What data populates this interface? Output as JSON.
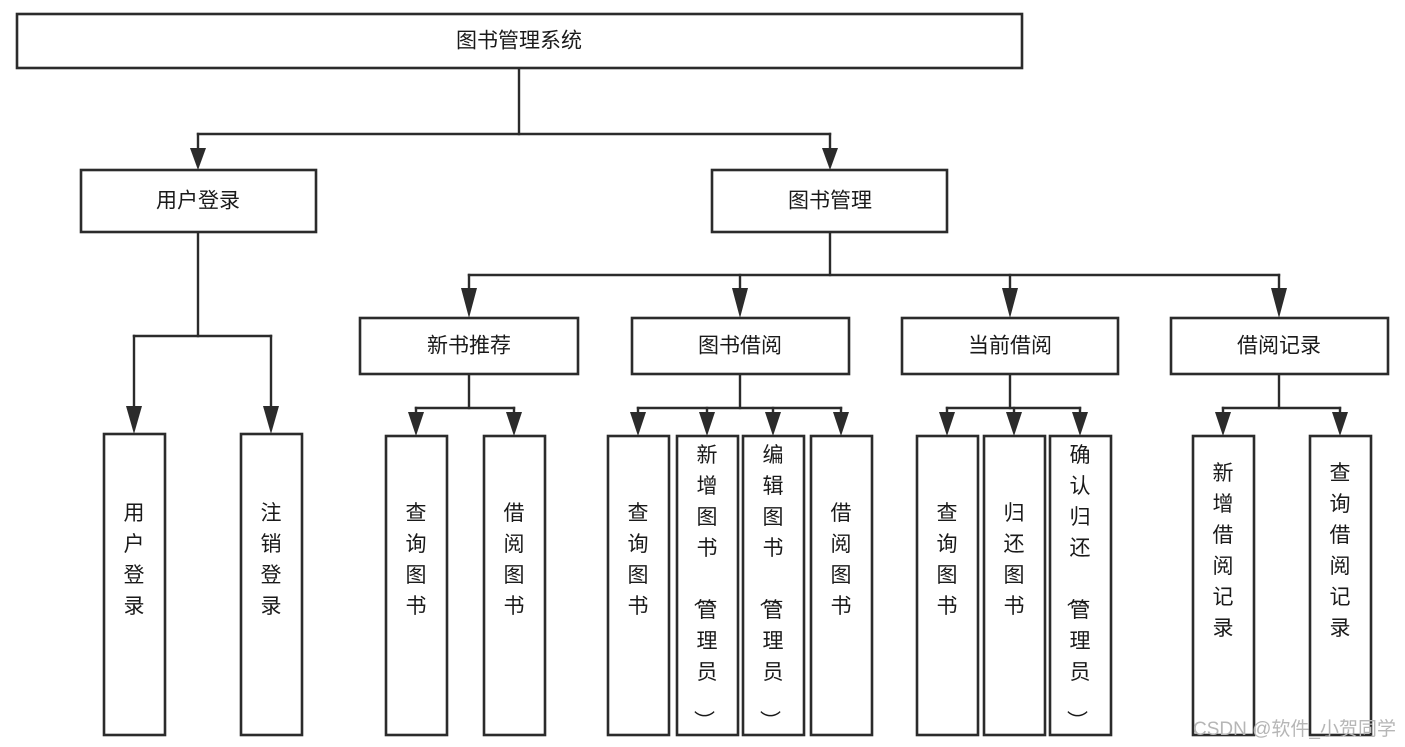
{
  "diagram": {
    "title": "图书管理系统",
    "type": "tree-hierarchy-diagram",
    "root": {
      "id": "root",
      "label": "图书管理系统"
    },
    "level2": [
      {
        "id": "user-login",
        "label": "用户登录"
      },
      {
        "id": "book-management",
        "label": "图书管理"
      }
    ],
    "level3": [
      {
        "id": "new-book-recommend",
        "label": "新书推荐",
        "parent": "book-management"
      },
      {
        "id": "book-borrow",
        "label": "图书借阅",
        "parent": "book-management"
      },
      {
        "id": "current-borrow",
        "label": "当前借阅",
        "parent": "book-management"
      },
      {
        "id": "borrow-record",
        "label": "借阅记录",
        "parent": "book-management"
      }
    ],
    "leaves": {
      "user-login": [
        {
          "id": "leaf-user-login",
          "label": "用户登录"
        },
        {
          "id": "leaf-logout",
          "label": "注销登录"
        }
      ],
      "new-book-recommend": [
        {
          "id": "leaf-query-book-1",
          "label": "查询图书"
        },
        {
          "id": "leaf-borrow-book-1",
          "label": "借阅图书"
        }
      ],
      "book-borrow": [
        {
          "id": "leaf-query-book-2",
          "label": "查询图书"
        },
        {
          "id": "leaf-add-book",
          "label": "新增图书（管理员）"
        },
        {
          "id": "leaf-edit-book",
          "label": "编辑图书（管理员）"
        },
        {
          "id": "leaf-borrow-book-2",
          "label": "借阅图书"
        }
      ],
      "current-borrow": [
        {
          "id": "leaf-query-book-3",
          "label": "查询图书"
        },
        {
          "id": "leaf-return-book",
          "label": "归还图书"
        },
        {
          "id": "leaf-confirm-return",
          "label": "确认归还（管理员）"
        }
      ],
      "borrow-record": [
        {
          "id": "leaf-add-record",
          "label": "新增借阅记录"
        },
        {
          "id": "leaf-query-record",
          "label": "查询借阅记录"
        }
      ]
    }
  },
  "watermark": {
    "text": "CSDN @软件_小贺同学"
  },
  "colors": {
    "stroke": "#2b2b2b",
    "fill": "#ffffff",
    "text": "#1a1a1a",
    "watermark": "#b6b6b6"
  }
}
